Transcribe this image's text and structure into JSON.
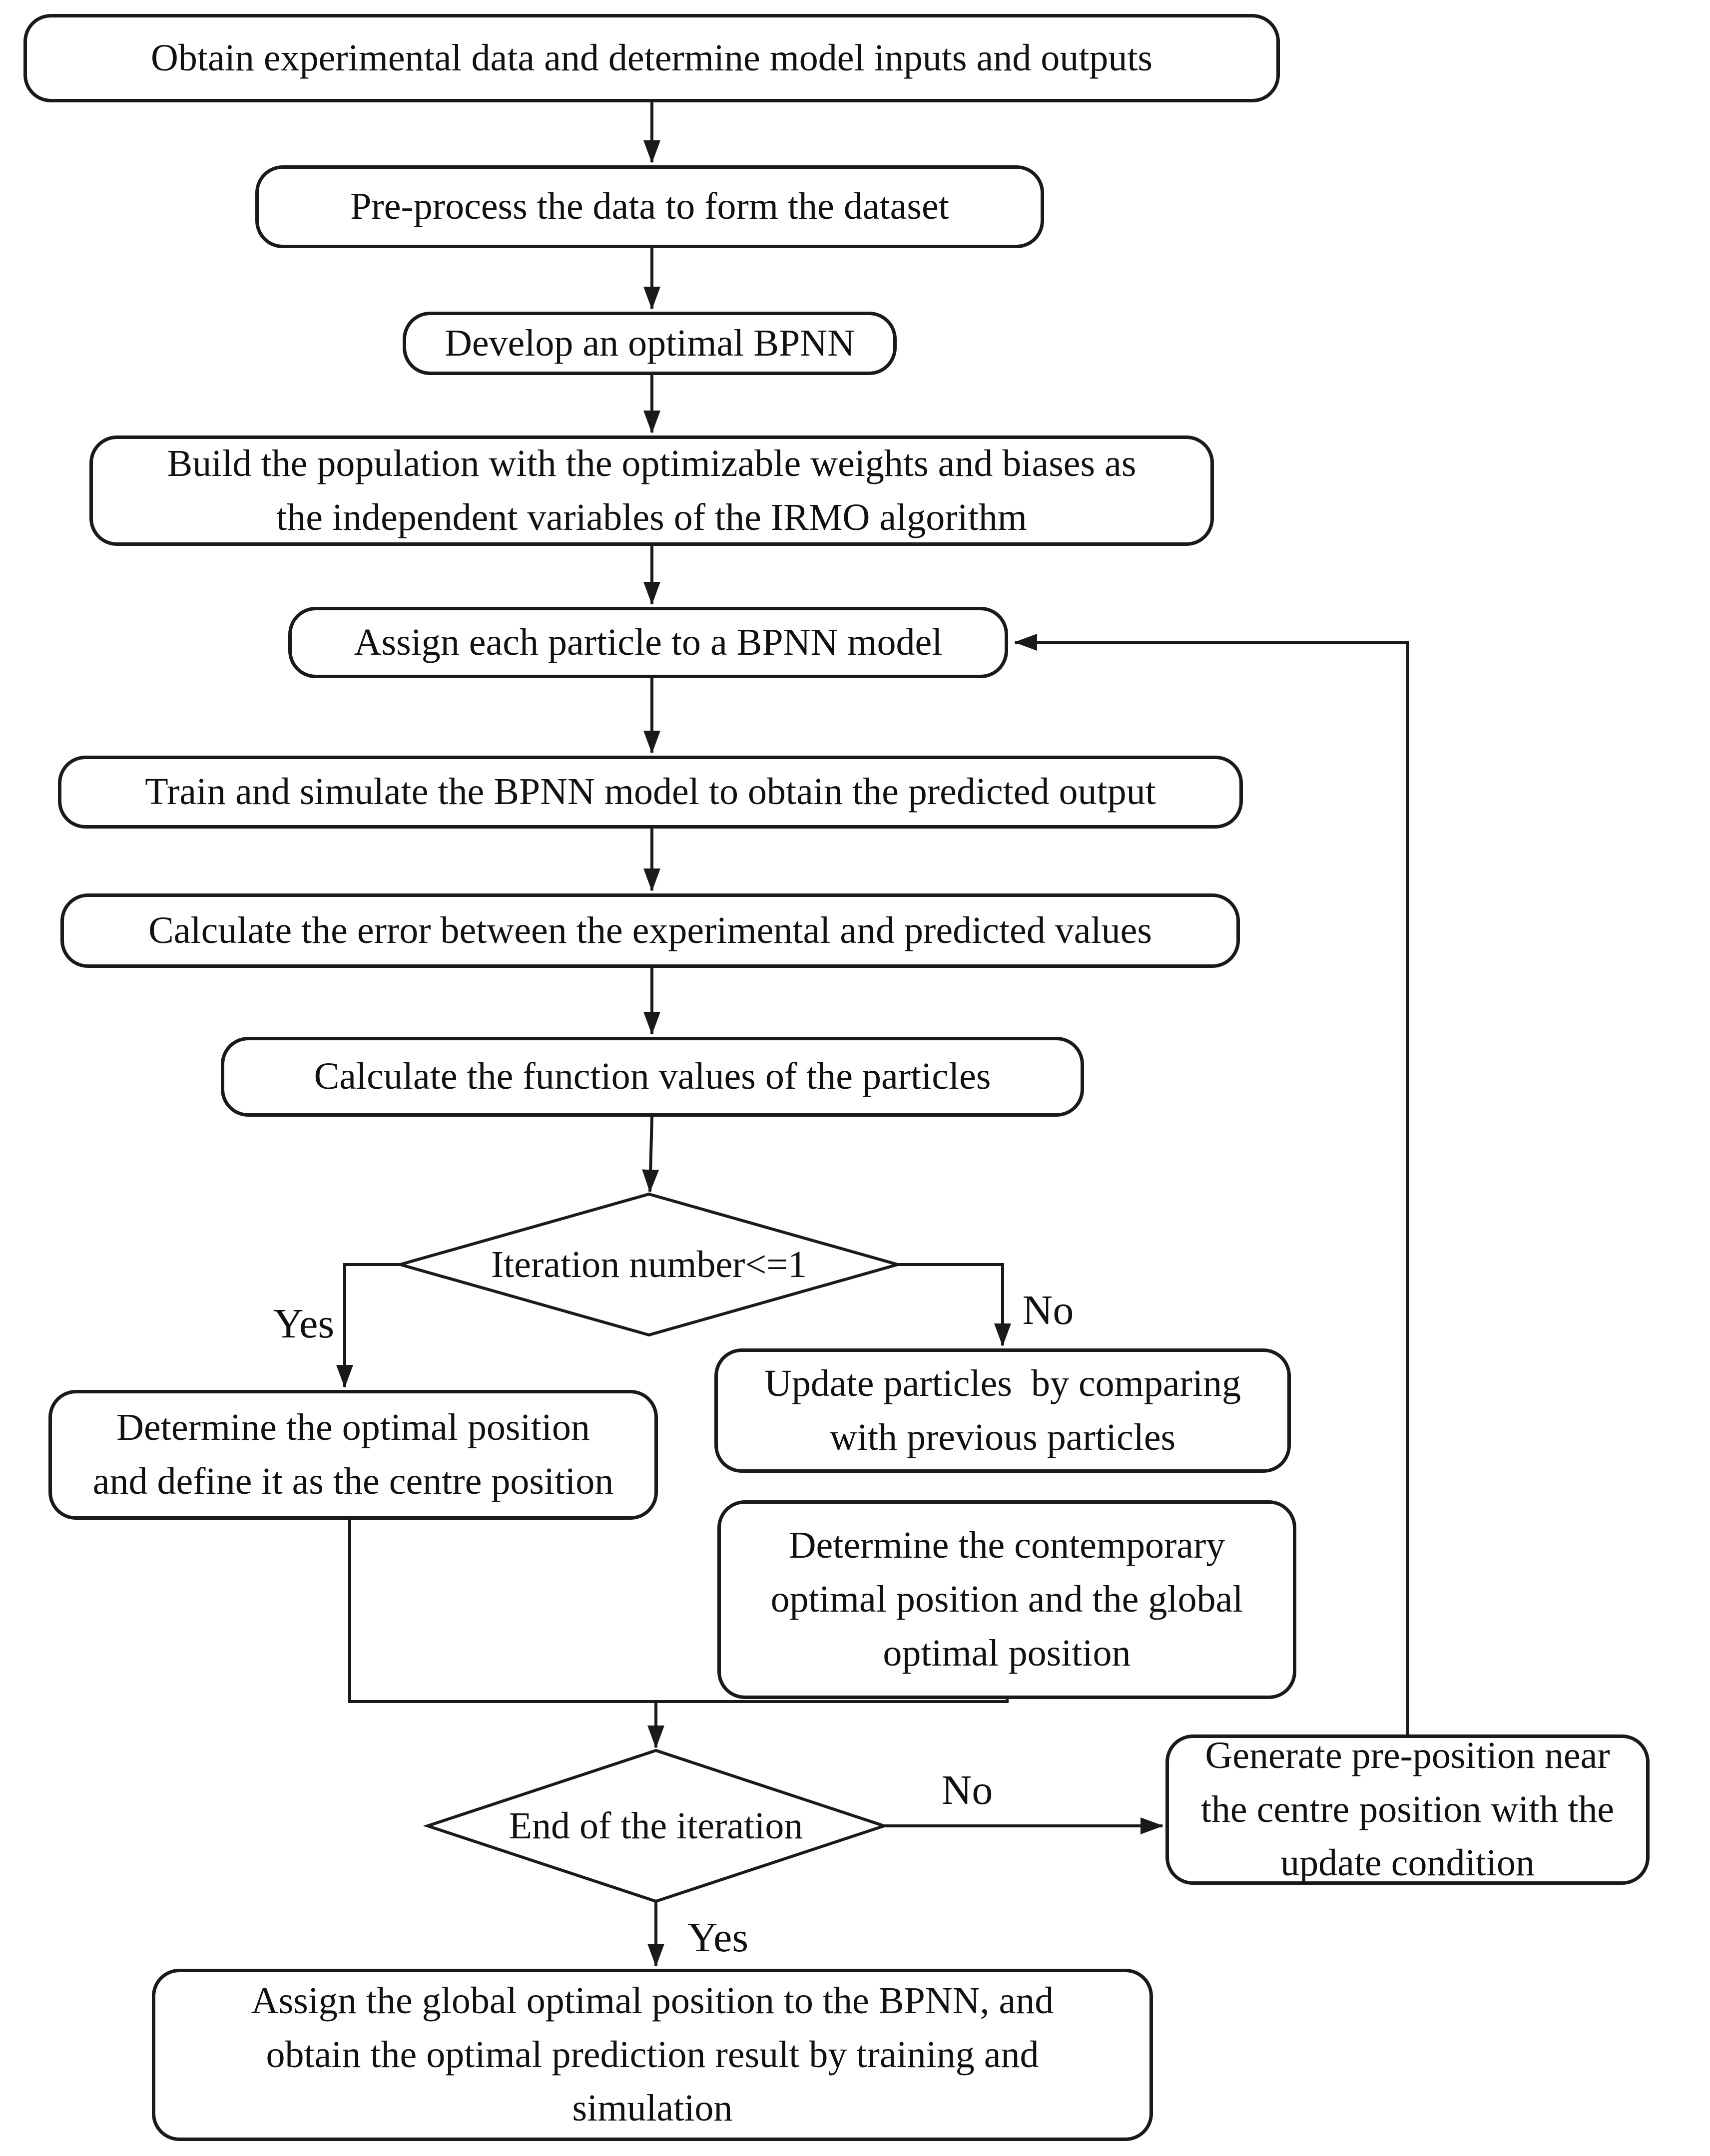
{
  "nodes": {
    "obtain": {
      "label": "Obtain experimental data and determine model inputs and outputs"
    },
    "preprocess": {
      "label": "Pre-process the data to form the dataset"
    },
    "develop": {
      "label": "Develop an optimal BPNN"
    },
    "build": {
      "label": "Build the population with the optimizable weights and biases as\nthe independent variables of the IRMO algorithm"
    },
    "assign": {
      "label": "Assign each particle to a BPNN model"
    },
    "train": {
      "label": "Train and simulate the BPNN model to obtain the predicted output"
    },
    "calc_error": {
      "label": "Calculate the error between the experimental and predicted values"
    },
    "calc_func": {
      "label": "Calculate the function values of the particles"
    },
    "iteration_check": {
      "label": "Iteration number<=1"
    },
    "det_optimal": {
      "label": "Determine the optimal position\nand define it as the centre position"
    },
    "update": {
      "label": "Update particles  by comparing\nwith previous particles"
    },
    "det_contemp": {
      "label": "Determine the contemporary\noptimal position and the global\noptimal position"
    },
    "end_check": {
      "label": "End of the iteration"
    },
    "generate": {
      "label": "Generate pre-position near\nthe centre position with the\nupdate condition"
    },
    "assign_global": {
      "label": "Assign the global optimal position to the BPNN, and\nobtain the optimal prediction result by training and\nsimulation"
    }
  },
  "edge_labels": {
    "iteration_yes": "Yes",
    "iteration_no": "No",
    "end_no": "No",
    "end_yes": "Yes"
  },
  "colors": {
    "stroke": "#1a1a1a",
    "background": "#ffffff",
    "text": "#111111"
  }
}
